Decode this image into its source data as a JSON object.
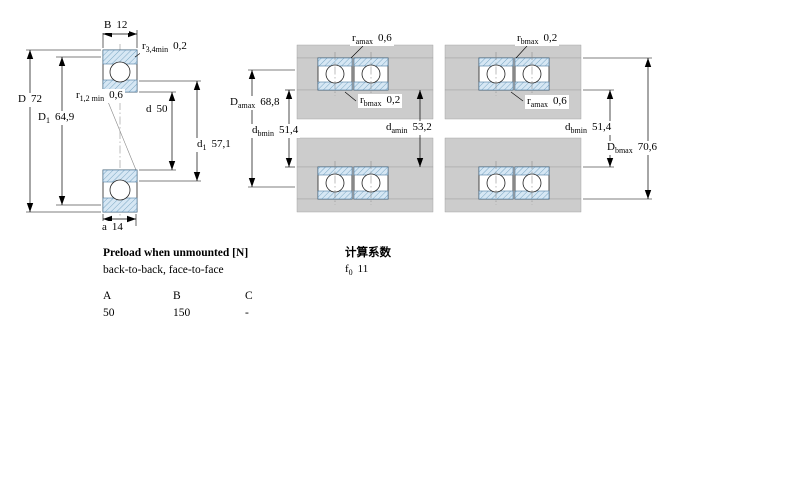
{
  "left_diagram": {
    "labels": {
      "B": {
        "sym": "B",
        "sub": "",
        "value": "12"
      },
      "r34": {
        "sym": "r",
        "sub": "3,4min",
        "value": "0,2"
      },
      "D": {
        "sym": "D",
        "sub": "",
        "value": "72"
      },
      "D1": {
        "sym": "D",
        "sub": "1",
        "value": "64,9"
      },
      "r12": {
        "sym": "r",
        "sub": "1,2 min",
        "value": "0,6"
      },
      "d": {
        "sym": "d",
        "sub": "",
        "value": "50"
      },
      "d1": {
        "sym": "d",
        "sub": "1",
        "value": "57,1"
      },
      "a": {
        "sym": "a",
        "sub": "",
        "value": "14"
      }
    }
  },
  "middle_diagram": {
    "labels": {
      "ramax": {
        "sym": "r",
        "sub": "amax",
        "value": "0,6"
      },
      "Damax": {
        "sym": "D",
        "sub": "amax",
        "value": "68,8"
      },
      "dbmin": {
        "sym": "d",
        "sub": "bmin",
        "value": "51,4"
      },
      "rbmax": {
        "sym": "r",
        "sub": "bmax",
        "value": "0,2"
      },
      "damin": {
        "sym": "d",
        "sub": "amin",
        "value": "53,2"
      }
    }
  },
  "right_diagram": {
    "labels": {
      "rbmax": {
        "sym": "r",
        "sub": "bmax",
        "value": "0,2"
      },
      "ramax": {
        "sym": "r",
        "sub": "amax",
        "value": "0,6"
      },
      "dbmin": {
        "sym": "d",
        "sub": "bmin",
        "value": "51,4"
      },
      "Dbmax": {
        "sym": "D",
        "sub": "bmax",
        "value": "70,6"
      }
    }
  },
  "info": {
    "preload_title": "Preload when unmounted [N]",
    "preload_subtitle": "back-to-back, face-to-face",
    "calc_title": "计算系数",
    "f0": {
      "sym": "f",
      "sub": "0",
      "value": "11"
    },
    "table": {
      "headers": [
        "A",
        "B",
        "C"
      ],
      "values": [
        "50",
        "150",
        "-"
      ]
    }
  },
  "colors": {
    "metal_gray": "#cccccc",
    "ring_fill_blue": "#d6e7f4",
    "ring_hatch_blue": "#7aa6c2",
    "line_black": "#000000"
  }
}
